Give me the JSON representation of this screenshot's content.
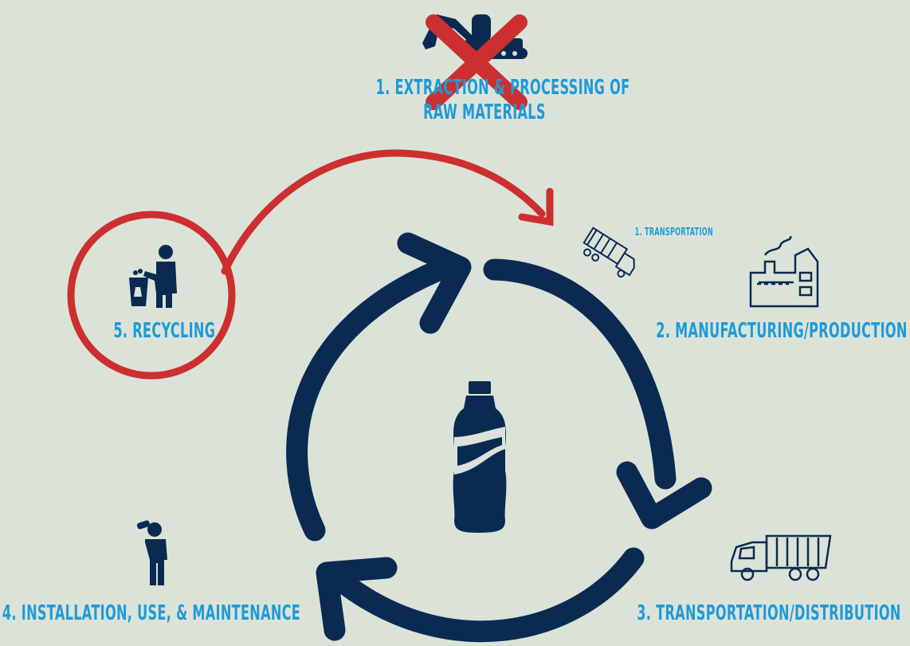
{
  "labels": {
    "step1_line1": "1. EXTRACTION & PROCESSING OF",
    "step1_line2": "RAW MATERIALS",
    "step1_transport": "1. TRANSPORTATION",
    "step2": "2. MANUFACTURING/PRODUCTION",
    "step3": "3. TRANSPORTATION/DISTRIBUTION",
    "step4": "4. INSTALLATION, USE, & MAINTENANCE",
    "step5": "5. RECYCLING"
  },
  "colors": {
    "background": "#dbe3d9",
    "navy": "#0b2a52",
    "red": "#cc2f30",
    "label_blue": "#1e9ad8"
  },
  "icons": [
    "excavator-icon",
    "cross-out-icon",
    "truck-icon",
    "factory-icon",
    "delivery-truck-icon",
    "person-drinking-icon",
    "person-recycling-icon",
    "bottle-icon"
  ]
}
